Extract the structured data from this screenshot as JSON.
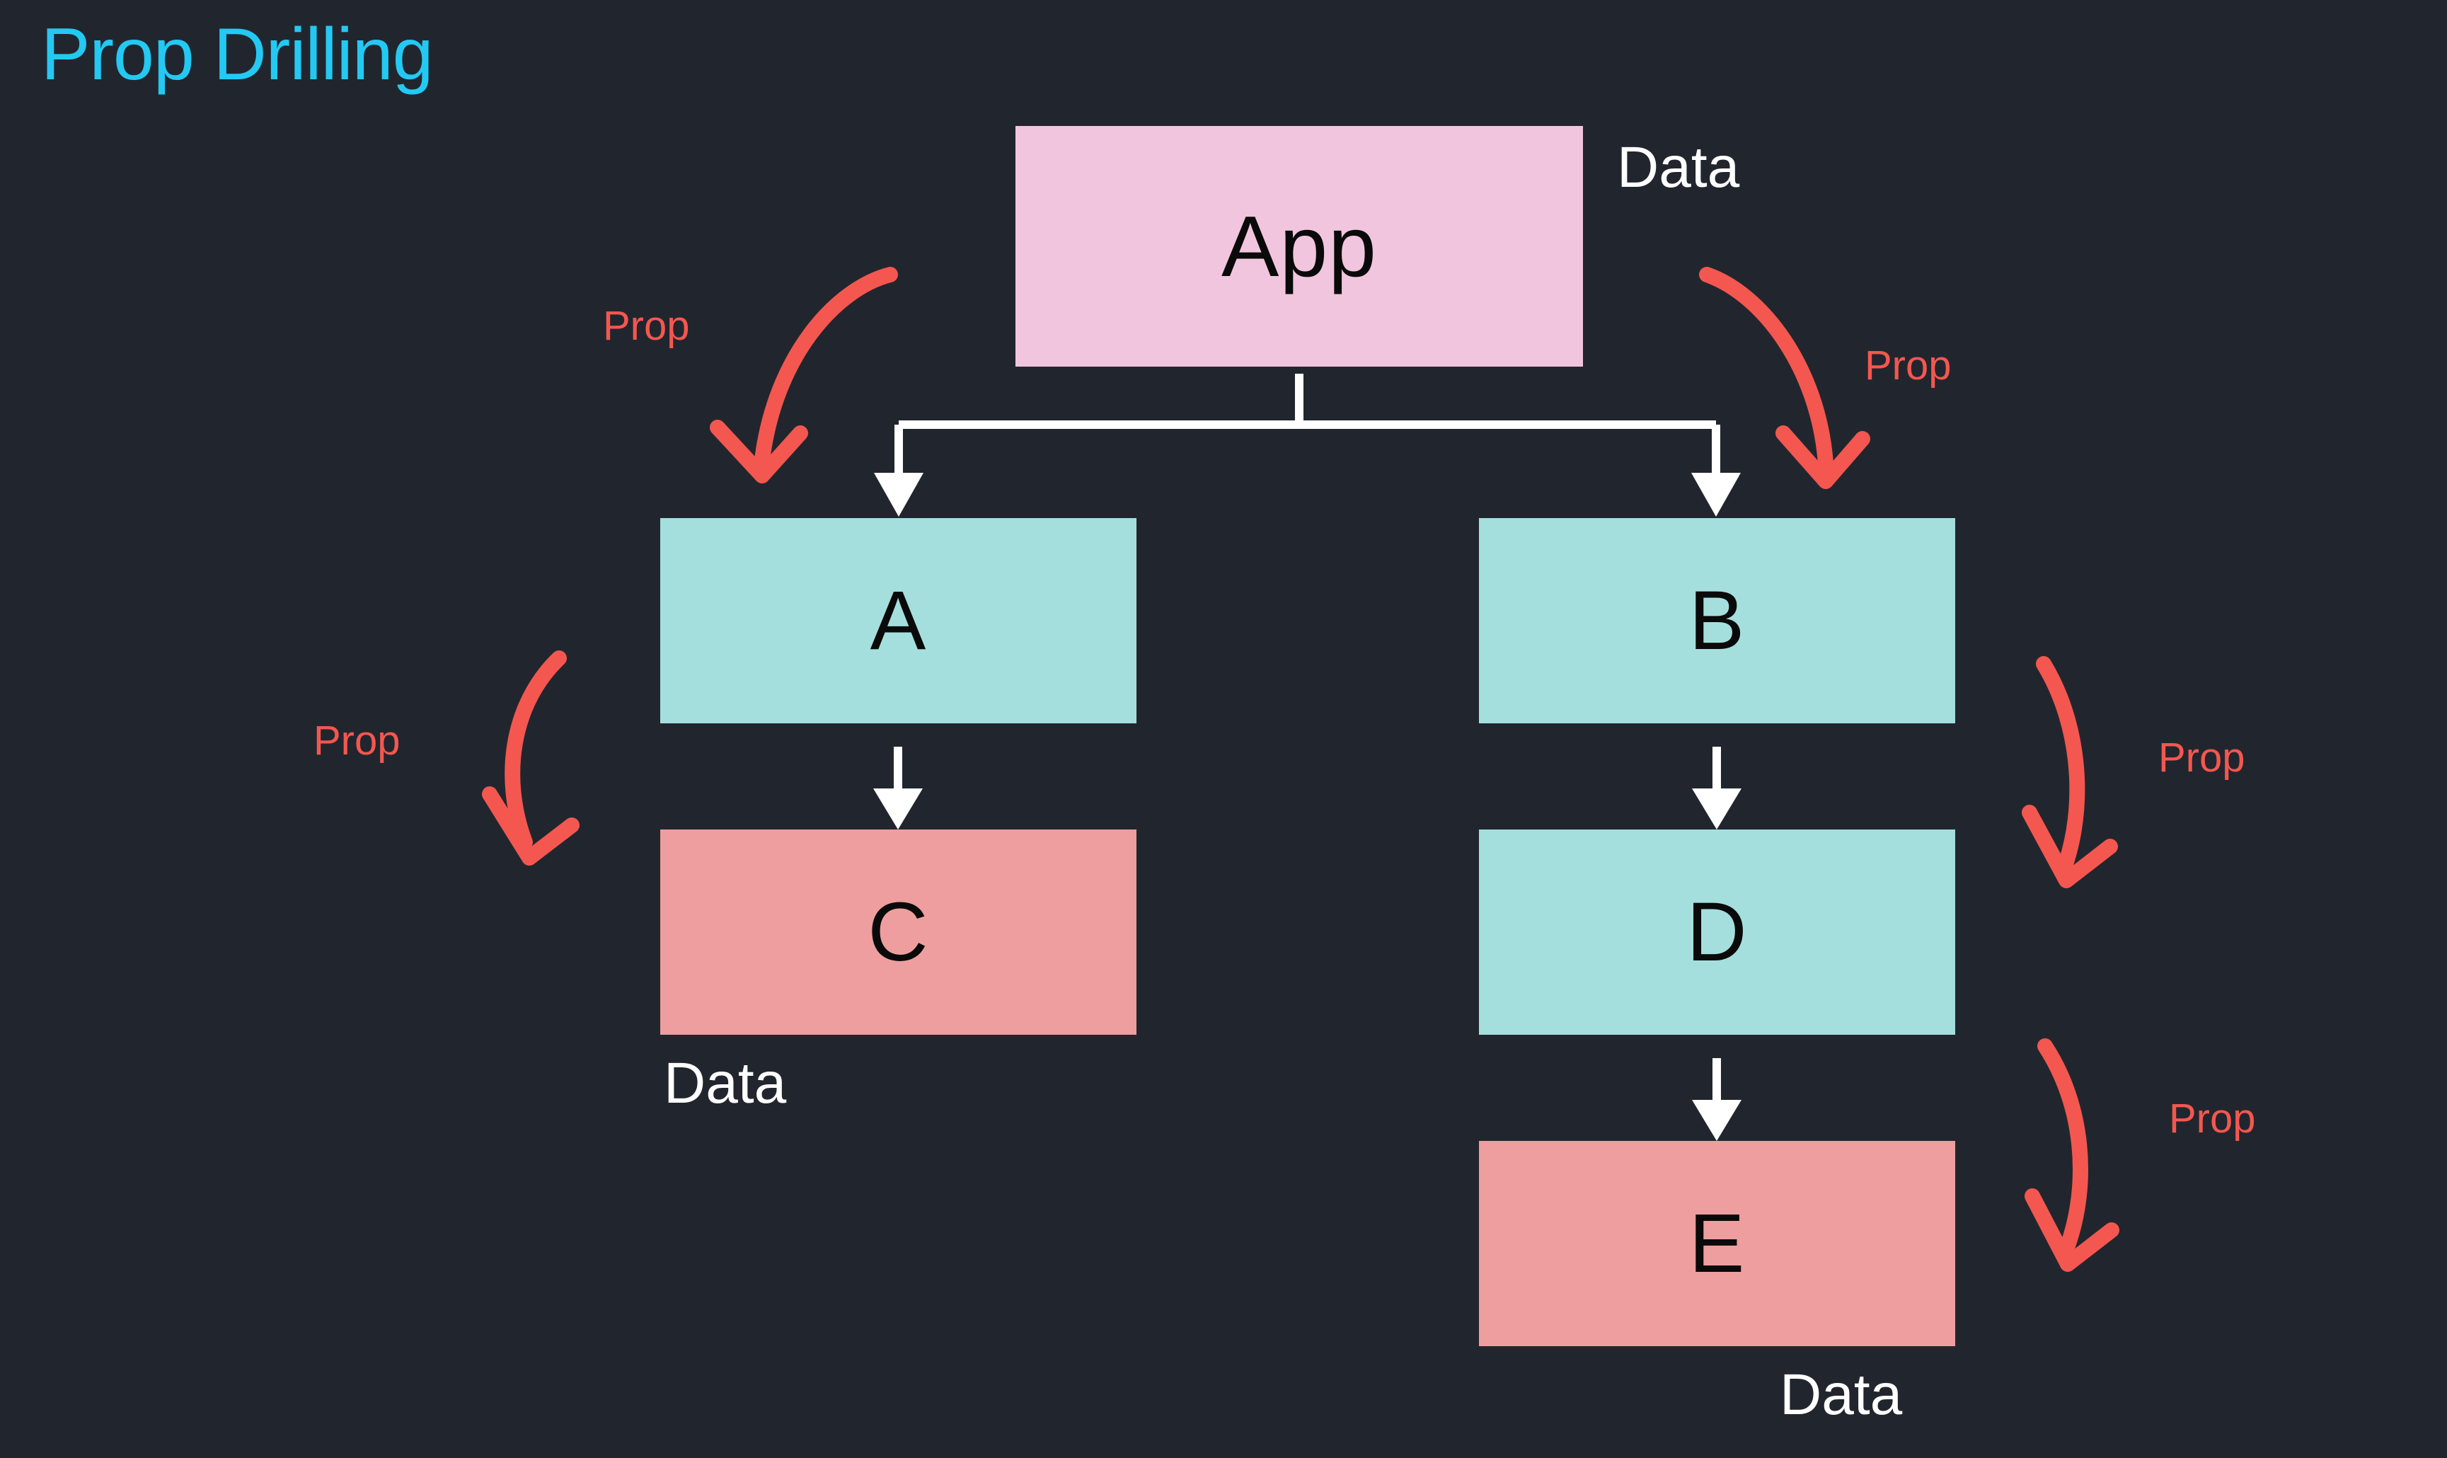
{
  "slide": {
    "title": "Prop Drilling",
    "background_color": "#21262e",
    "title_color": "#23c9f2"
  },
  "nodes": [
    {
      "id": "app",
      "label": "App",
      "color": "#f2c5de",
      "text_color": "#0a0a0a"
    },
    {
      "id": "a",
      "label": "A",
      "color": "#a5dfdd",
      "text_color": "#0a0a0a"
    },
    {
      "id": "b",
      "label": "B",
      "color": "#a5dfdd",
      "text_color": "#0a0a0a"
    },
    {
      "id": "c",
      "label": "C",
      "color": "#ee9e9e",
      "text_color": "#0a0a0a"
    },
    {
      "id": "d",
      "label": "D",
      "color": "#a5dfdd",
      "text_color": "#0a0a0a"
    },
    {
      "id": "e",
      "label": "E",
      "color": "#ee9e9e",
      "text_color": "#0a0a0a"
    }
  ],
  "data_labels": {
    "app": "Data",
    "c": "Data",
    "e": "Data",
    "color": "#ffffff"
  },
  "prop_labels": {
    "app_to_a": "Prop",
    "app_to_b": "Prop",
    "a_to_c": "Prop",
    "b_to_d": "Prop",
    "d_to_e": "Prop",
    "color": "#f4574f"
  },
  "connectors": {
    "tree_color": "#ffffff",
    "prop_arrow_color": "#f4574f"
  }
}
